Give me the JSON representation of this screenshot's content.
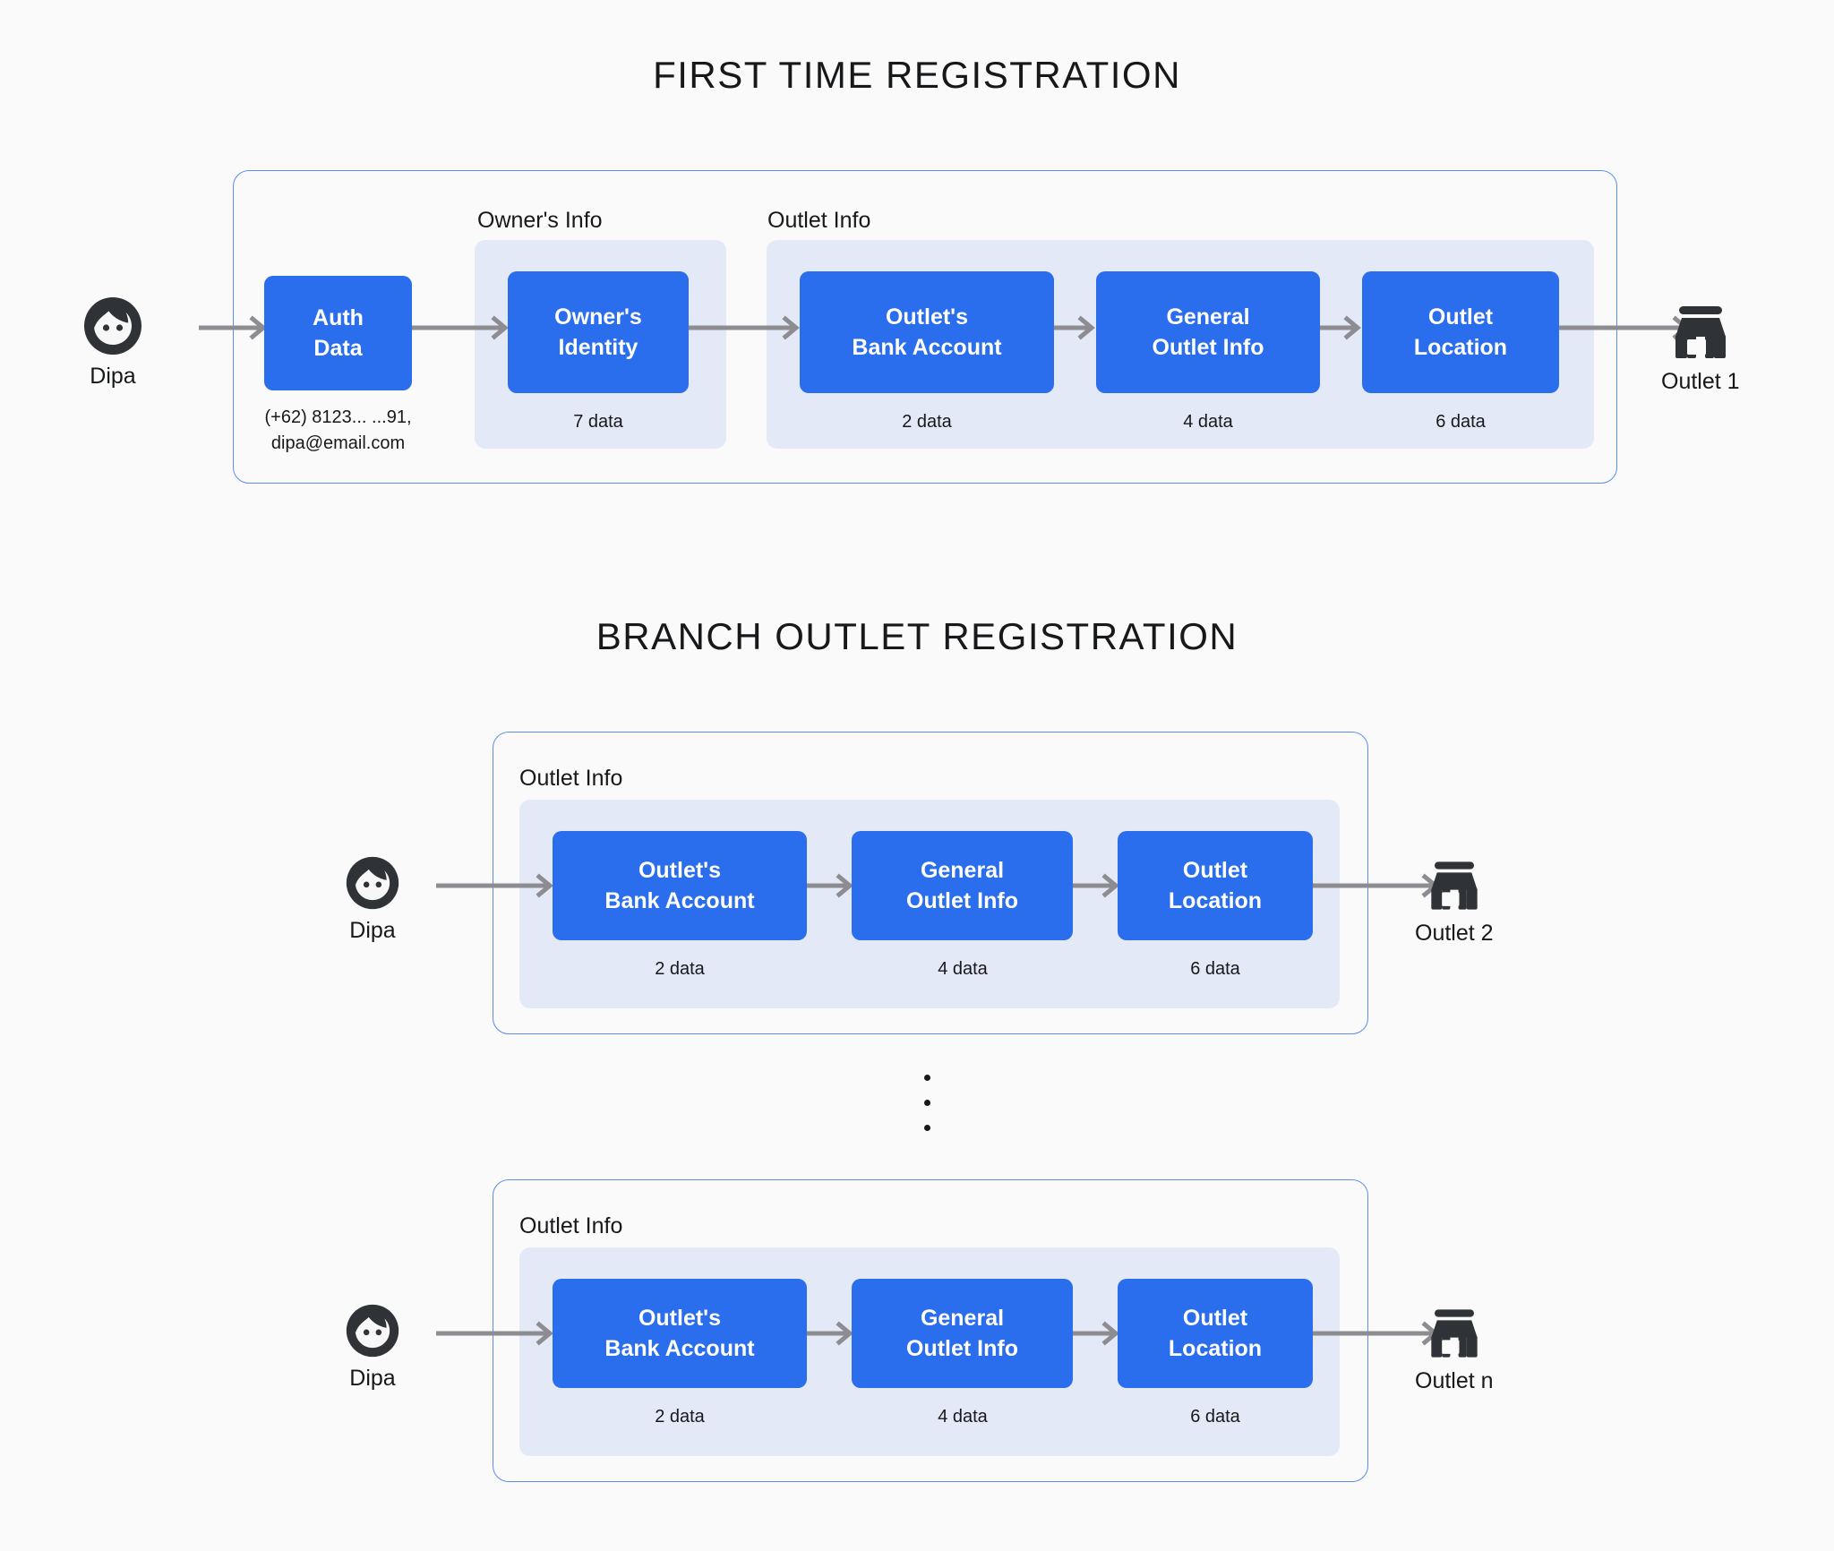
{
  "sections": [
    {
      "title": "FIRST TIME REGISTRATION",
      "actor": {
        "label": "Dipa",
        "icon": "person-avatar-icon"
      },
      "outlet": {
        "label": "Outlet 1",
        "icon": "store-icon"
      },
      "groups": [
        {
          "label": "Owner's Info"
        },
        {
          "label": "Outlet Info"
        }
      ],
      "steps": [
        {
          "line1": "Auth",
          "line2": "Data",
          "caption_line1": "(+62) 8123... ...91,",
          "caption_line2": "dipa@email.com"
        },
        {
          "line1": "Owner's",
          "line2": "Identity",
          "caption": "7 data"
        },
        {
          "line1": "Outlet's",
          "line2": "Bank Account",
          "caption": "2 data"
        },
        {
          "line1": "General",
          "line2": "Outlet Info",
          "caption": "4 data"
        },
        {
          "line1": "Outlet",
          "line2": "Location",
          "caption": "6 data"
        }
      ]
    },
    {
      "title": "BRANCH OUTLET REGISTRATION",
      "rows": [
        {
          "actor": {
            "label": "Dipa",
            "icon": "person-avatar-icon"
          },
          "outlet": {
            "label": "Outlet 2",
            "icon": "store-icon"
          },
          "group_label": "Outlet Info",
          "steps": [
            {
              "line1": "Outlet's",
              "line2": "Bank Account",
              "caption": "2 data"
            },
            {
              "line1": "General",
              "line2": "Outlet Info",
              "caption": "4 data"
            },
            {
              "line1": "Outlet",
              "line2": "Location",
              "caption": "6 data"
            }
          ]
        },
        {
          "actor": {
            "label": "Dipa",
            "icon": "person-avatar-icon"
          },
          "outlet": {
            "label": "Outlet n",
            "icon": "store-icon"
          },
          "group_label": "Outlet Info",
          "steps": [
            {
              "line1": "Outlet's",
              "line2": "Bank Account",
              "caption": "2 data"
            },
            {
              "line1": "General",
              "line2": "Outlet Info",
              "caption": "4 data"
            },
            {
              "line1": "Outlet",
              "line2": "Location",
              "caption": "6 data"
            }
          ]
        }
      ],
      "ellipsis": "three-vertical-dots"
    }
  ],
  "colors": {
    "background": "#fafafa",
    "process_box": "#2a6ded",
    "group_panel": "#e4e9f7",
    "card_border": "#5b8def",
    "arrow": "#8c8c91",
    "icon_dark": "#2f3237",
    "text": "#17181a",
    "box_text": "#ffffff"
  }
}
